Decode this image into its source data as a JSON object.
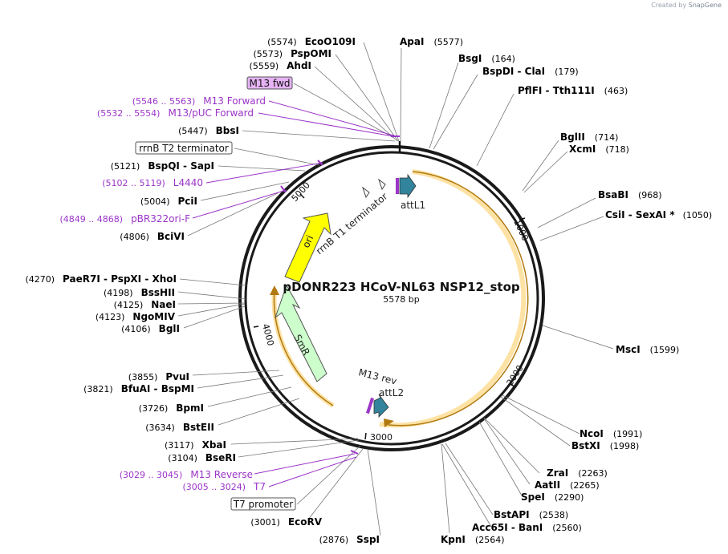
{
  "credit": {
    "prefix": "Created by",
    "brand": "SnapGene"
  },
  "plasmid": {
    "name": "pDONR223 HCoV-NL63 NSP12_stop",
    "size_label": "5578 bp",
    "length": 5578
  },
  "ticks": [
    "1000",
    "2000",
    "3000",
    "4000",
    "5000"
  ],
  "colors": {
    "primer": "#9b35c8",
    "enzyme": "#000000",
    "ori": "#ffff00",
    "smr": "#ccffcc",
    "att": "#31849b",
    "ccdb": "#f5a623",
    "terminator": "#ffffff"
  },
  "features": {
    "attL1": "attL1",
    "attL2": "attL2",
    "m13rev": "M13 rev",
    "rrnb_t1": "rrnB T1 terminator",
    "ori": "ori",
    "smr": "SmR"
  },
  "enzymes": [
    {
      "name": "ApaI",
      "pos": "(5577)"
    },
    {
      "name": "BsgI",
      "pos": "(164)"
    },
    {
      "name": "BspDI  -  ClaI",
      "pos": "(179)"
    },
    {
      "name": "PflFI  -  Tth111I",
      "pos": "(463)"
    },
    {
      "name": "BglII",
      "pos": "(714)"
    },
    {
      "name": "XcmI",
      "pos": "(718)"
    },
    {
      "name": "BsaBI",
      "pos": "(968)"
    },
    {
      "name": "CsiI  -  SexAI *",
      "pos": "(1050)"
    },
    {
      "name": "MscI",
      "pos": "(1599)"
    },
    {
      "name": "NcoI",
      "pos": "(1991)"
    },
    {
      "name": "BstXI",
      "pos": "(1998)"
    },
    {
      "name": "ZraI",
      "pos": "(2263)"
    },
    {
      "name": "AatII",
      "pos": "(2265)"
    },
    {
      "name": "SpeI",
      "pos": "(2290)"
    },
    {
      "name": "BstAPI",
      "pos": "(2538)"
    },
    {
      "name": "Acc65I  -  BanI",
      "pos": "(2560)"
    },
    {
      "name": "KpnI",
      "pos": "(2564)"
    },
    {
      "name": "SspI",
      "pos": "(2876)"
    },
    {
      "name": "EcoRV",
      "pos": "(3001)"
    },
    {
      "name": "BseRI",
      "pos": "(3104)"
    },
    {
      "name": "XbaI",
      "pos": "(3117)"
    },
    {
      "name": "BstEII",
      "pos": "(3634)"
    },
    {
      "name": "BpmI",
      "pos": "(3726)"
    },
    {
      "name": "BfuAI  -  BspMI",
      "pos": "(3821)"
    },
    {
      "name": "PvuI",
      "pos": "(3855)"
    },
    {
      "name": "BglI",
      "pos": "(4106)"
    },
    {
      "name": "NgoMIV",
      "pos": "(4123)"
    },
    {
      "name": "NaeI",
      "pos": "(4125)"
    },
    {
      "name": "BssHII",
      "pos": "(4198)"
    },
    {
      "name": "PaeR7I  -  PspXI  -  XhoI",
      "pos": "(4270)"
    },
    {
      "name": "BciVI",
      "pos": "(4806)"
    },
    {
      "name": "PciI",
      "pos": "(5004)"
    },
    {
      "name": "BspQI  -  SapI",
      "pos": "(5121)"
    },
    {
      "name": "BbsI",
      "pos": "(5447)"
    },
    {
      "name": "AhdI",
      "pos": "(5559)"
    },
    {
      "name": "PspOMI",
      "pos": "(5573)"
    },
    {
      "name": "EcoO109I",
      "pos": "(5574)"
    }
  ],
  "primers": [
    {
      "name": "M13 Forward",
      "range": "(5546 .. 5563)"
    },
    {
      "name": "M13/pUC Forward",
      "range": "(5532 .. 5554)"
    },
    {
      "name": "L4440",
      "range": "(5102 .. 5119)"
    },
    {
      "name": "pBR322ori-F",
      "range": "(4849 .. 4868)"
    },
    {
      "name": "M13 Reverse",
      "range": "(3029 .. 3045)"
    },
    {
      "name": "T7",
      "range": "(3005 .. 3024)"
    }
  ],
  "boxed_labels": {
    "m13fwd": "M13 fwd",
    "rrnb_t2": "rrnB T2 terminator",
    "t7_promoter": "T7 promoter"
  }
}
